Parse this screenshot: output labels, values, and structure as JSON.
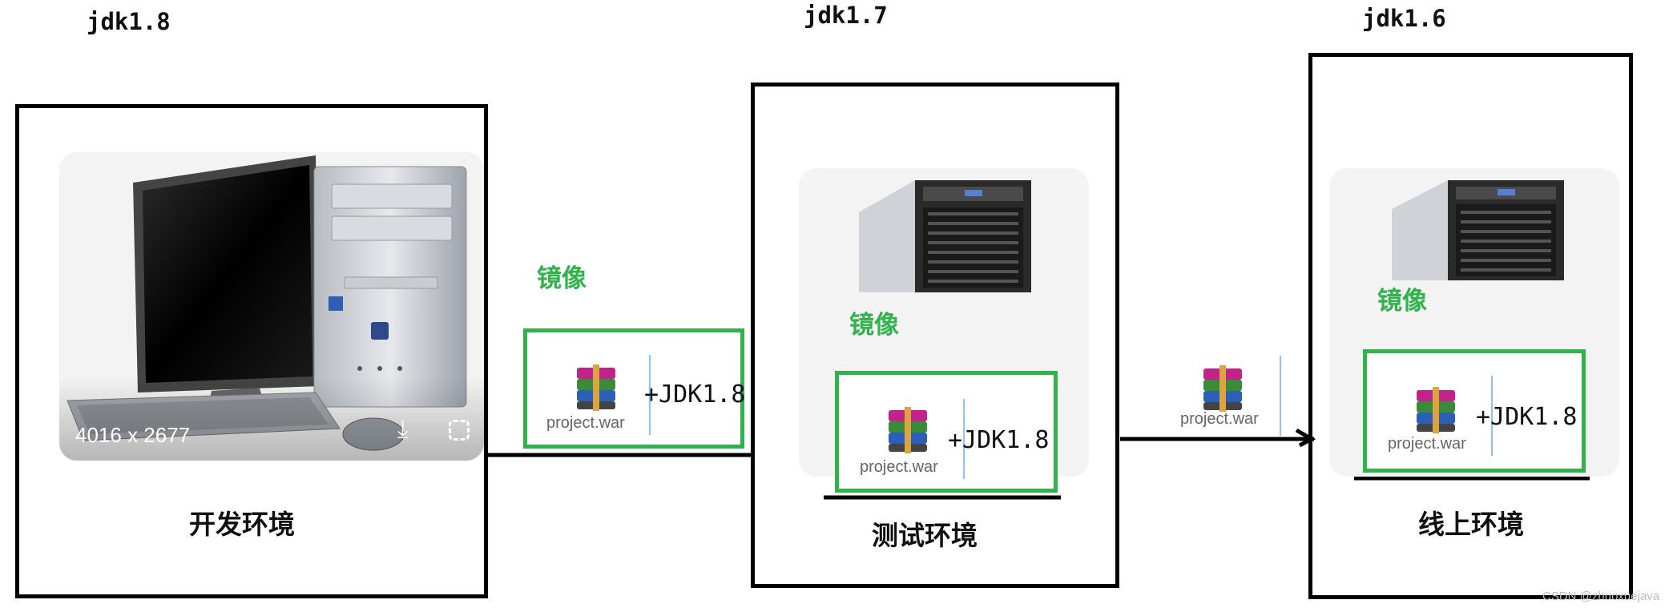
{
  "environments": [
    {
      "jdk": "jdk1.8",
      "name": "开发环境",
      "photo_caption": "4016 x 2677"
    },
    {
      "jdk": "jdk1.7",
      "name": "测试环境"
    },
    {
      "jdk": "jdk1.6",
      "name": "线上环境"
    }
  ],
  "image_label": "镜像",
  "package": {
    "file": "project.war",
    "addon": "+JDK1.8"
  },
  "watermark": "CSDN @zhuoxuejava",
  "colors": {
    "green": "#2fb34a",
    "border": "#000000"
  }
}
